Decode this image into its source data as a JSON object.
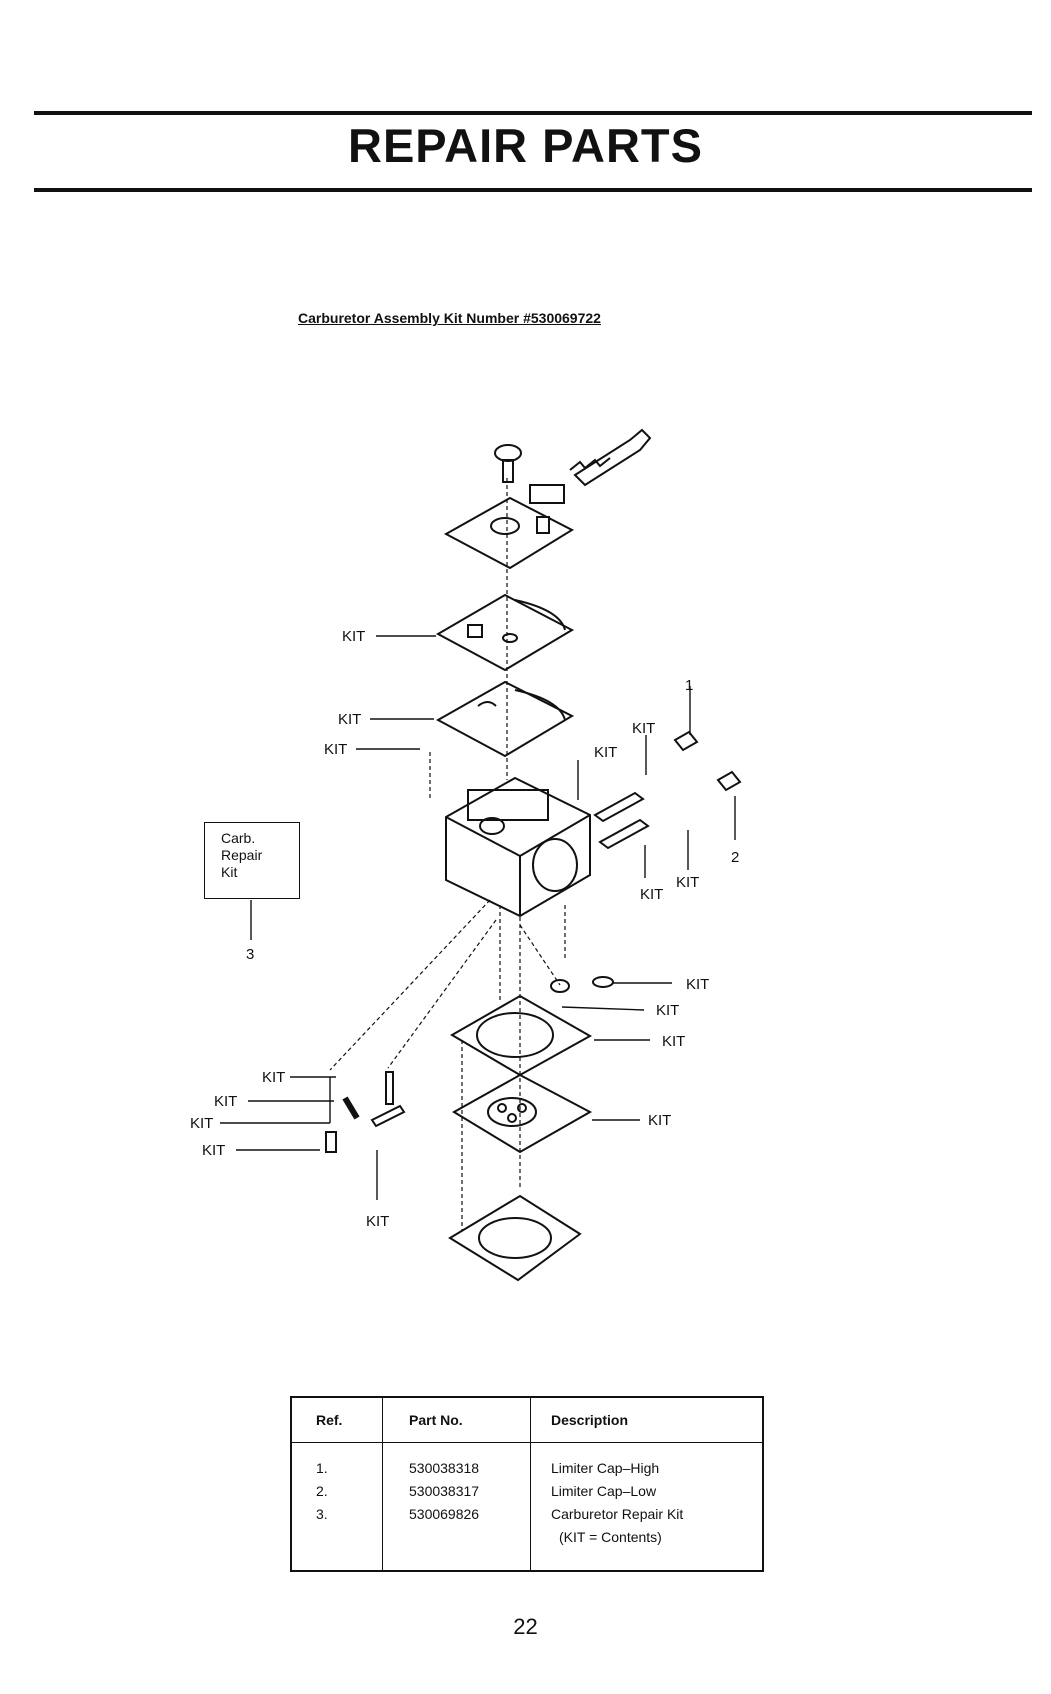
{
  "header": {
    "title": "REPAIR PARTS"
  },
  "diagram": {
    "heading": "Carburetor Assembly Kit Number #530069722",
    "kit_label": "KIT",
    "callout_1": "1",
    "callout_2": "2",
    "callout_3": "3",
    "box": {
      "line1": "Carb.",
      "line2": "Repair",
      "line3": "Kit"
    }
  },
  "table": {
    "headers": {
      "ref": "Ref.",
      "part": "Part No.",
      "desc": "Description"
    },
    "rows": [
      {
        "ref": "1.",
        "part": "530038318",
        "desc": "Limiter Cap–High"
      },
      {
        "ref": "2.",
        "part": "530038317",
        "desc": "Limiter Cap–Low"
      },
      {
        "ref": "3.",
        "part": "530069826",
        "desc": "Carburetor Repair Kit"
      }
    ],
    "note": "(KIT = Contents)"
  },
  "footer": {
    "page_number": "22"
  }
}
